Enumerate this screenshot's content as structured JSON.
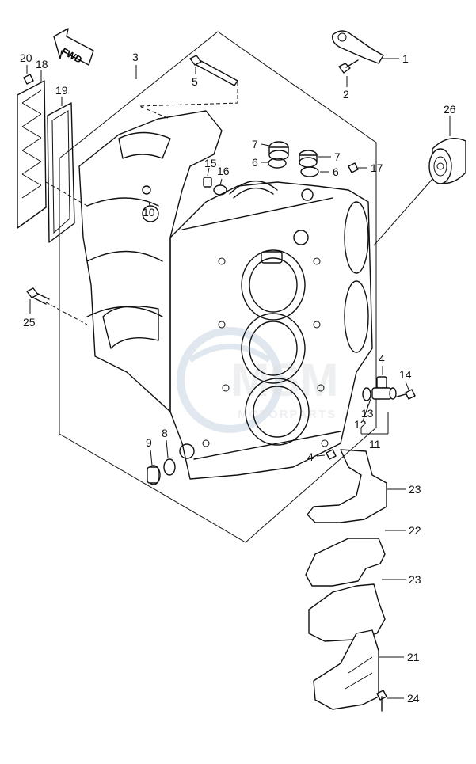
{
  "fwd_label": "FWD",
  "watermark": {
    "brand": "MSM",
    "sub": "MOTORPARTS"
  },
  "callouts": [
    {
      "id": "1",
      "label": "1"
    },
    {
      "id": "2",
      "label": "2"
    },
    {
      "id": "3",
      "label": "3"
    },
    {
      "id": "4a",
      "label": "4"
    },
    {
      "id": "4b",
      "label": "4"
    },
    {
      "id": "5",
      "label": "5"
    },
    {
      "id": "6a",
      "label": "6"
    },
    {
      "id": "6b",
      "label": "6"
    },
    {
      "id": "7a",
      "label": "7"
    },
    {
      "id": "7b",
      "label": "7"
    },
    {
      "id": "8",
      "label": "8"
    },
    {
      "id": "9",
      "label": "9"
    },
    {
      "id": "10",
      "label": "10"
    },
    {
      "id": "11",
      "label": "11"
    },
    {
      "id": "12",
      "label": "12"
    },
    {
      "id": "13",
      "label": "13"
    },
    {
      "id": "14",
      "label": "14"
    },
    {
      "id": "15",
      "label": "15"
    },
    {
      "id": "16",
      "label": "16"
    },
    {
      "id": "17",
      "label": "17"
    },
    {
      "id": "18",
      "label": "18"
    },
    {
      "id": "19",
      "label": "19"
    },
    {
      "id": "20",
      "label": "20"
    },
    {
      "id": "21",
      "label": "21"
    },
    {
      "id": "22",
      "label": "22"
    },
    {
      "id": "23a",
      "label": "23"
    },
    {
      "id": "23b",
      "label": "23"
    },
    {
      "id": "24",
      "label": "24"
    },
    {
      "id": "25",
      "label": "25"
    },
    {
      "id": "26",
      "label": "26"
    }
  ]
}
